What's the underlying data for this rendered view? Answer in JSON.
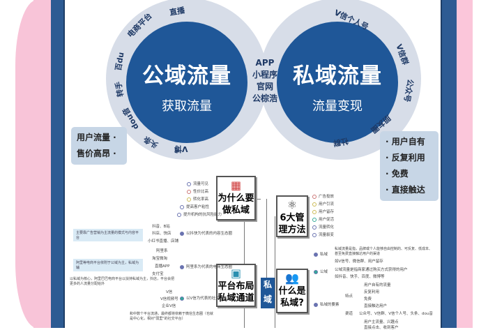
{
  "public_domain": {
    "title": "公域流量",
    "subtitle": "获取流量",
    "ring": [
      "直播",
      "电商平台",
      "百du",
      "转手",
      "dou音",
      "头条",
      "V博"
    ]
  },
  "private_domain": {
    "title": "私域流量",
    "subtitle": "流量变现",
    "ring": [
      "V信个人号",
      "V信群",
      "公众号",
      "朋友圈",
      "社群"
    ]
  },
  "middle": [
    "APP",
    "小程序",
    "官网",
    "公棕浩"
  ],
  "public_traits": [
    "用户流量 ·",
    "售价高昂 ·"
  ],
  "private_traits": [
    "· 用户自有",
    "· 反复利用",
    "· 免费",
    "· 直接触达"
  ],
  "mindmap": {
    "center": "私域",
    "why": {
      "title": "为什么要做私域",
      "leaves": [
        "流量可见",
        "性价比高",
        "转化率高",
        "提高客户粘性",
        "提升机构的抗风险能力"
      ]
    },
    "platform": {
      "title": "平台布局私域通道",
      "groups": [
        "以抖快为代表的内容生态圈",
        "阿里系为代表的电商生态圈",
        "以V信为代表的社交生态圈"
      ],
      "leaves": [
        "抖音、B站",
        "抖店、快店",
        "小红书直播、店铺",
        "阿里系",
        "淘宝微淘",
        "直播APP",
        "支付宝",
        "V信",
        "V信视频号",
        "企业V信"
      ],
      "notes": [
        "主要靠广告营销为主流量的模式与内容平台",
        "阿里等电商平台依附于公域为主，私域为辅",
        "以私域为核心，阿里巴巴电商平台以扶持私域为主，抖店，平台会把更多的人流量分配给外"
      ],
      "bottom": "和中数个平台流通，最终都将依赖于微信生态圈（也就是中心化，相对\"弱里\"的社交平台）"
    },
    "methods": {
      "title": "6大管理方法",
      "leaves": [
        "广告投放",
        "用户引流",
        "用户留存",
        "用户促活",
        "流量转化",
        "流量裂变"
      ]
    },
    "what": {
      "title": "什么是私域?",
      "leaves": [
        "私域",
        "公域",
        "私域的要素"
      ],
      "details": [
        "私域流量是指，品牌或个人能够自由控制的、可反复、低成本、甚至免费直接触达用户的渠道",
        "如V信号、微信群、用户留存",
        "公域流量是指商家通过购买方式获得的用户",
        "如抖音、快手、百度、微博等",
        "特点",
        "渠道",
        "用户自有的流量",
        "反复利用",
        "免费",
        "直接触达用户",
        "公众号、V信群、V信个人号、头条、dou音",
        "用户主流量、兴趣点",
        "直接点击、收到客户"
      ]
    }
  },
  "colors": {
    "primary": "#1f5798",
    "ring": "#d7dde8",
    "frame": "#2d5b93",
    "pink": "#f8c4d8",
    "tag": "#c7d6e6"
  }
}
